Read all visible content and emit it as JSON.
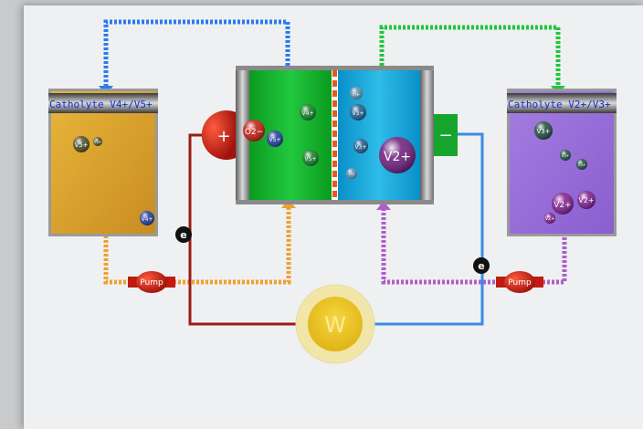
{
  "catholyte_left": {
    "label": "Catholyte V4+/V5+",
    "ions": [
      "V5+",
      "V4+",
      "V4+"
    ]
  },
  "catholyte_right": {
    "label": "Catholyte V2+/V3+",
    "ions": [
      "V3+",
      "V3+",
      "V3+",
      "V2+",
      "V2+",
      "V2+"
    ]
  },
  "cell": {
    "positive_sign": "+",
    "negative_sign": "−",
    "oxygen_ion": "O2−",
    "green_ions": [
      "V4+",
      "V5+",
      "V5+"
    ],
    "blue_ions": [
      "H+",
      "V3+",
      "V3+",
      "H+"
    ],
    "large_ion": "V2+"
  },
  "electron": "e",
  "pump_left": "Pump",
  "pump_right": "Pump",
  "load": "W",
  "colors": {
    "orange": "#f0a030",
    "green": "#1ec83a",
    "purple": "#b05ec8",
    "blue_dash": "#2a7cf0",
    "red_wire": "#9b1b12",
    "blue_wire": "#3a8ce6"
  }
}
